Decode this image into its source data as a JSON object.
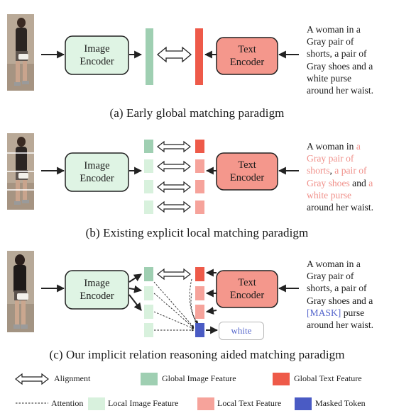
{
  "panels": [
    {
      "image_encoder_label": "Image\nEncoder",
      "text_encoder_label": "Text\nEncoder",
      "description": [
        {
          "text": "A woman in a\nGray pair of\nshorts, a pair of\nGray shoes and a\nwhite purse\naround her waist.",
          "style": "plain"
        }
      ],
      "caption": "(a) Early global matching paradigm"
    },
    {
      "image_encoder_label": "Image\nEncoder",
      "text_encoder_label": "Text\nEncoder",
      "description": [
        {
          "text": "A woman in ",
          "style": "plain"
        },
        {
          "text": "a\nGray pair of\nshorts",
          "style": "red"
        },
        {
          "text": ", ",
          "style": "plain"
        },
        {
          "text": "a pair of\nGray shoes",
          "style": "red"
        },
        {
          "text": " and ",
          "style": "plain"
        },
        {
          "text": "a\nwhite purse",
          "style": "red"
        },
        {
          "text": "\naround her waist.",
          "style": "plain"
        }
      ],
      "caption": "(b) Existing explicit local matching paradigm"
    },
    {
      "image_encoder_label": "Image\nEncoder",
      "text_encoder_label": "Text\nEncoder",
      "masked_word": "white",
      "description": [
        {
          "text": "A woman in a\nGray pair of\nshorts, a pair of\nGray shoes and a\n",
          "style": "plain"
        },
        {
          "text": "[MASK]",
          "style": "blue"
        },
        {
          "text": " purse\naround her waist.",
          "style": "plain"
        }
      ],
      "caption": "(c) Our implicit relation reasoning aided matching paradigm"
    }
  ],
  "legend": {
    "alignment": "Alignment",
    "global_image": "Global Image Feature",
    "global_text": "Global Text Feature",
    "attention": "Attention",
    "local_image": "Local Image Feature",
    "local_text": "Local Text Feature",
    "masked_token": "Masked Token"
  },
  "colors": {
    "encoder_image_fill": "#dff4e4",
    "encoder_text_fill": "#f4978c",
    "global_image": "#9fcfb2",
    "global_text": "#ee5a49",
    "local_image": "#d8f1dd",
    "local_text": "#f6a39b",
    "masked_token": "#4a5bc4",
    "red_text": "#f0908a",
    "blue_text": "#5566cc"
  }
}
